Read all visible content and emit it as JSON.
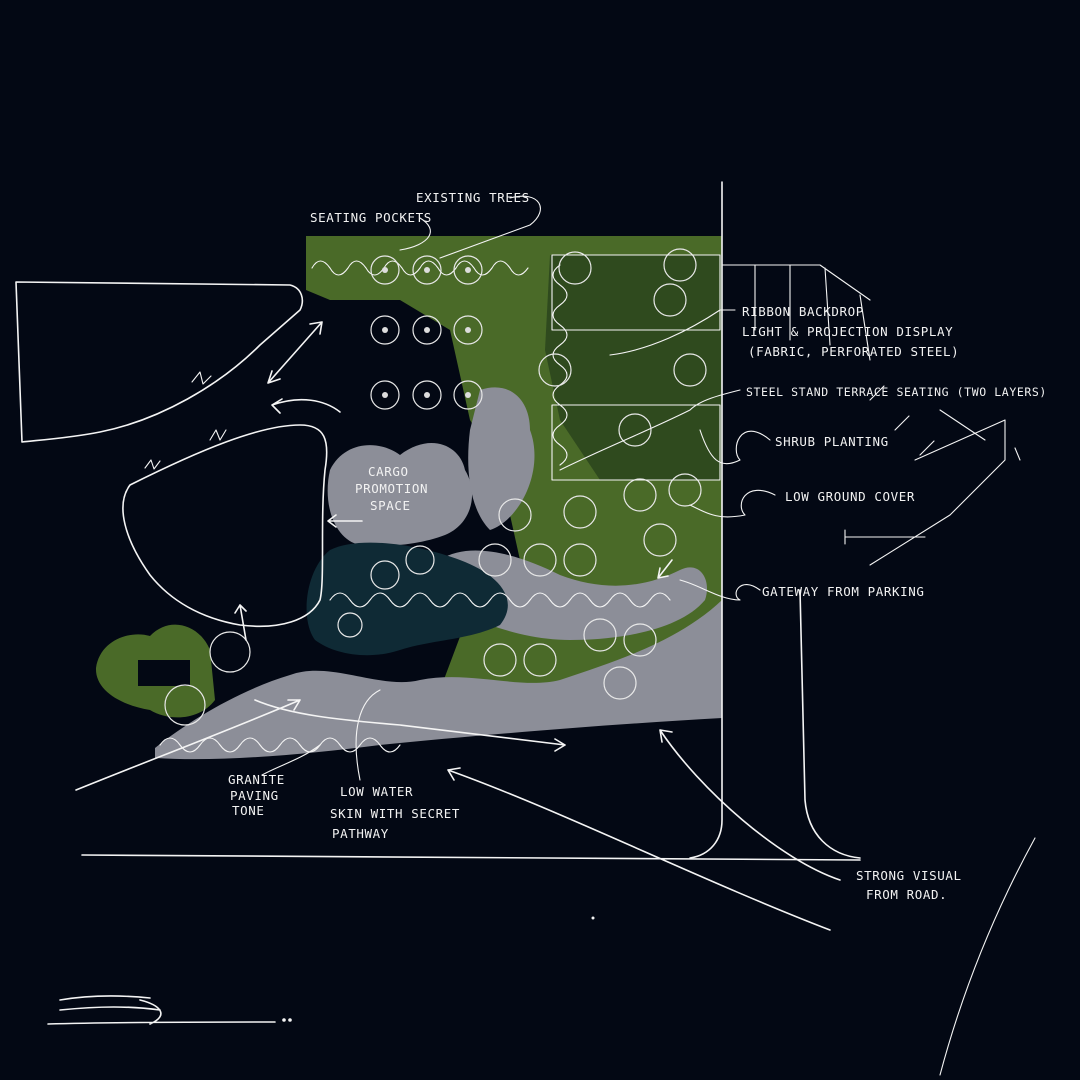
{
  "colors": {
    "background": "#030814",
    "planting": "#4a6a28",
    "planting_dark": "#2f4a1e",
    "paving": "#8c8e98",
    "water": "#0f2a35",
    "ink": "#f4f4f4"
  },
  "labels": {
    "existing_trees": "EXISTING TREES",
    "seating_pockets": "SEATING POCKETS",
    "ribbon_1": "RIBBON BACKDROP",
    "ribbon_2": "LIGHT & PROJECTION DISPLAY",
    "ribbon_3": "(FABRIC, PERFORATED STEEL)",
    "steel_terrace": "STEEL STAND TERRACE SEATING (TWO LAYERS)",
    "shrub_planting": "SHRUB PLANTING",
    "low_ground_cover": "LOW GROUND COVER",
    "gateway": "GATEWAY FROM PARKING",
    "cargo_1": "CARGO",
    "cargo_2": "PROMOTION",
    "cargo_3": "SPACE",
    "granite_1": "GRANITE",
    "granite_2": "PAVING",
    "granite_3": "TONE",
    "water_1": "LOW WATER",
    "water_2": "SKIN WITH SECRET",
    "water_3": "PATHWAY",
    "visual_1": "STRONG VISUAL",
    "visual_2": "FROM ROAD."
  },
  "icons": {
    "signature": "signature-mark-icon",
    "arrows": "arrow-icon"
  }
}
